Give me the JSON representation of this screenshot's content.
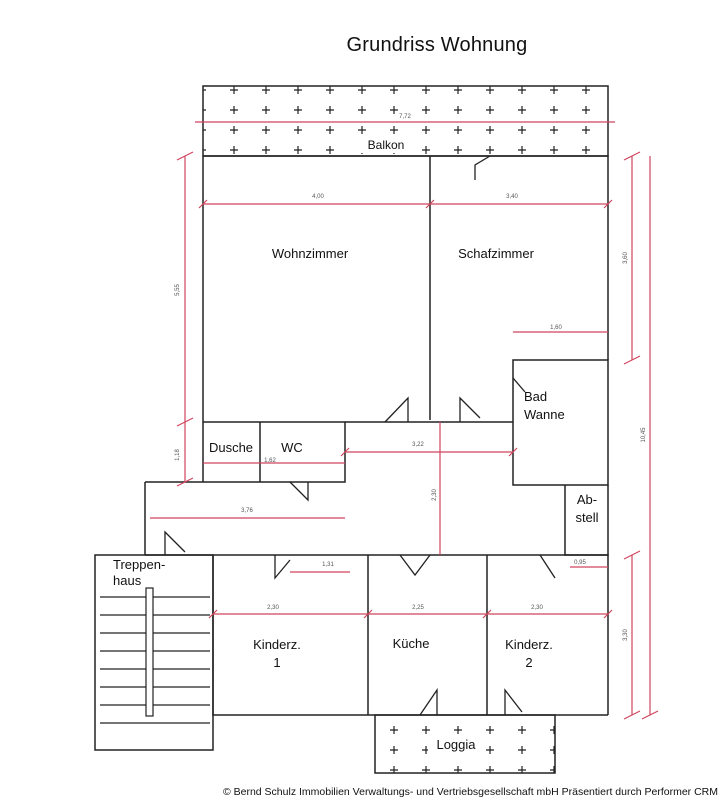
{
  "title": "Grundriss Wohnung",
  "copyright": "© Bernd Schulz Immobilien Verwaltungs- und Vertriebsgesellschaft mbH Präsentiert durch Performer CRM",
  "rooms": {
    "balkon": "Balkon",
    "wohnzimmer": "Wohnzimmer",
    "schafzimmer": "Schafzimmer",
    "bad_line1": "Bad",
    "bad_line2": "Wanne",
    "dusche": "Dusche",
    "wc": "WC",
    "abstell_line1": "Ab-",
    "abstell_line2": "stell",
    "treppenhaus_line1": "Treppen-",
    "treppenhaus_line2": "haus",
    "kinderz1_line1": "Kinderz.",
    "kinderz1_line2": "1",
    "kueche": "Küche",
    "kinderz2_line1": "Kinderz.",
    "kinderz2_line2": "2",
    "loggia": "Loggia"
  },
  "dimensions": {
    "balkon_width": "7,72",
    "wohnzimmer_width": "4,00",
    "schafzimmer_width": "3,40",
    "bad_width": "1,60",
    "dusche_width": "1,62",
    "flur_width": "3,22",
    "flur_lower_width": "3,76",
    "door_width": "1,31",
    "abstell_width": "0,95",
    "kinderz1_width": "2,30",
    "kueche_width": "2,25",
    "kinderz2_width": "2,30",
    "left_height": "5,55",
    "left_lower_height": "1,18",
    "right_upper_height": "3,60",
    "right_total_height": "10,45",
    "flur_height": "2,30",
    "right_lower_height": "3,30"
  },
  "colors": {
    "wall": "#222222",
    "dimension_line": "#d0455d",
    "text": "#111111"
  }
}
